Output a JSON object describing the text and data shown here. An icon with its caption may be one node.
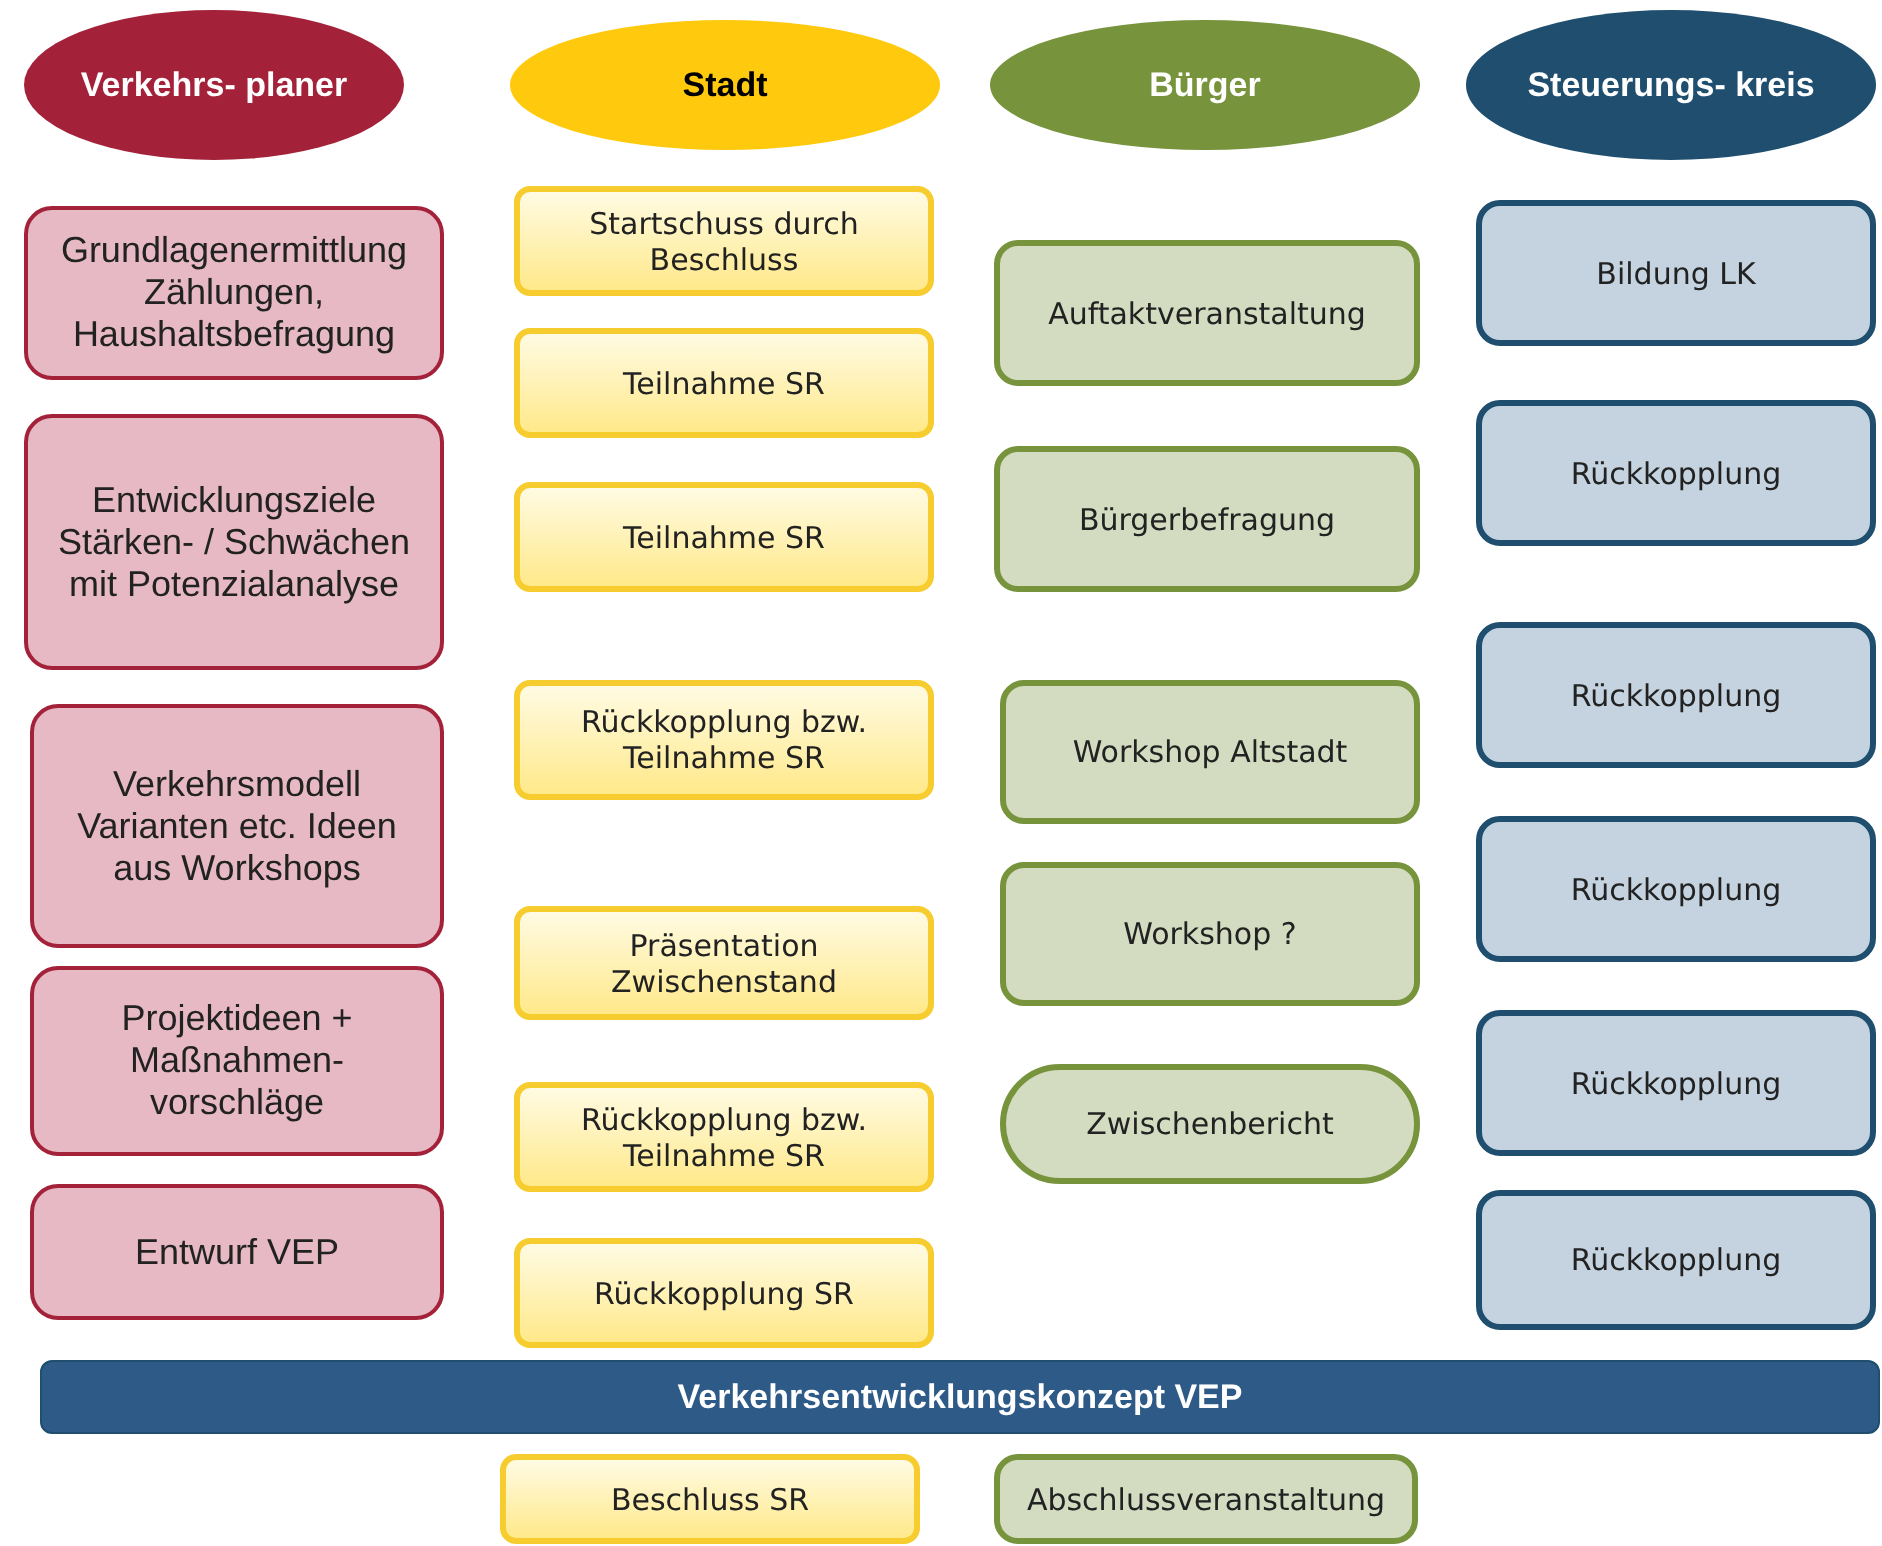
{
  "diagram": {
    "nodes": [
      {
        "text": [
          "Verkehrs- planer"
        ]
      },
      {
        "text": [
          "Stadt"
        ]
      },
      {
        "text": [
          "Bürger"
        ]
      },
      {
        "text": [
          "Steuerungs- kreis"
        ]
      },
      {
        "text": [
          "Grundlagenermittlung Zählungen, Haushaltsbefragung"
        ]
      },
      {
        "text": [
          "Entwicklungsziele Stärken- / Schwächen mit Potenzialanalyse"
        ]
      },
      {
        "text": [
          "Verkehrsmodell Varianten etc. Ideen aus Workshops"
        ]
      },
      {
        "text": [
          "Projektideen + Maßnahmen- vorschläge"
        ]
      },
      {
        "text": [
          "Entwurf VEP"
        ]
      },
      {
        "text": [
          "Startschuss durch Beschluss"
        ]
      },
      {
        "text": [
          "Teilnahme SR"
        ]
      },
      {
        "text": [
          "Teilnahme SR"
        ]
      },
      {
        "text": [
          "Rückkopplung bzw. Teilnahme SR"
        ]
      },
      {
        "text": [
          "Präsentation Zwischenstand"
        ]
      },
      {
        "text": [
          "Rückkopplung bzw. Teilnahme SR"
        ]
      },
      {
        "text": [
          "Rückkopplung SR"
        ]
      },
      {
        "text": [
          "Auftaktveranstaltung"
        ]
      },
      {
        "text": [
          "Bürgerbefragung"
        ]
      },
      {
        "text": [
          "Workshop Altstadt"
        ]
      },
      {
        "text": [
          "Workshop ?"
        ]
      },
      {
        "text": [
          "Zwischenbericht"
        ]
      },
      {
        "text": [
          "Bildung LK"
        ]
      },
      {
        "text": [
          "Rückkopplung"
        ]
      },
      {
        "text": [
          "Rückkopplung"
        ]
      },
      {
        "text": [
          "Rückkopplung"
        ]
      },
      {
        "text": [
          "Rückkopplung"
        ]
      },
      {
        "text": [
          "Rückkopplung"
        ]
      },
      {
        "text": [
          "Verkehrsentwicklungskonzept VEP"
        ]
      },
      {
        "text": [
          "Beschluss SR"
        ]
      },
      {
        "text": [
          "Abschlussveranstaltung"
        ]
      }
    ]
  }
}
